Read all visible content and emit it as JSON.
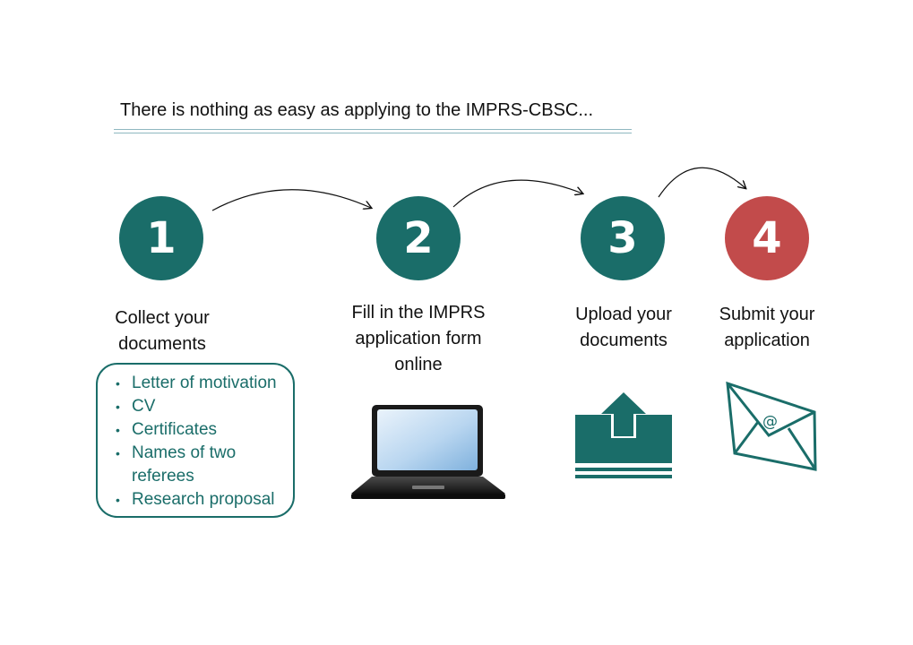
{
  "header": {
    "title": "There is nothing as easy as applying to the IMPRS-CBSC..."
  },
  "steps": [
    {
      "number": "1",
      "label_lines": [
        "Collect your",
        "documents"
      ]
    },
    {
      "number": "2",
      "label_lines": [
        "Fill in the IMPRS",
        "application form",
        "online"
      ]
    },
    {
      "number": "3",
      "label_lines": [
        "Upload your",
        "documents"
      ]
    },
    {
      "number": "4",
      "label_lines": [
        "Submit your",
        "application"
      ]
    }
  ],
  "documents": {
    "bullet": "•",
    "items": [
      "Letter of motivation",
      "CV",
      "Certificates",
      "Names of two referees",
      "Research proposal"
    ]
  },
  "icons": {
    "step2": "laptop-icon",
    "step3": "upload-icon",
    "step4": "envelope-icon",
    "envelope_symbol": "@"
  },
  "colors": {
    "teal": "#1a6d69",
    "red": "#c24b4b"
  }
}
